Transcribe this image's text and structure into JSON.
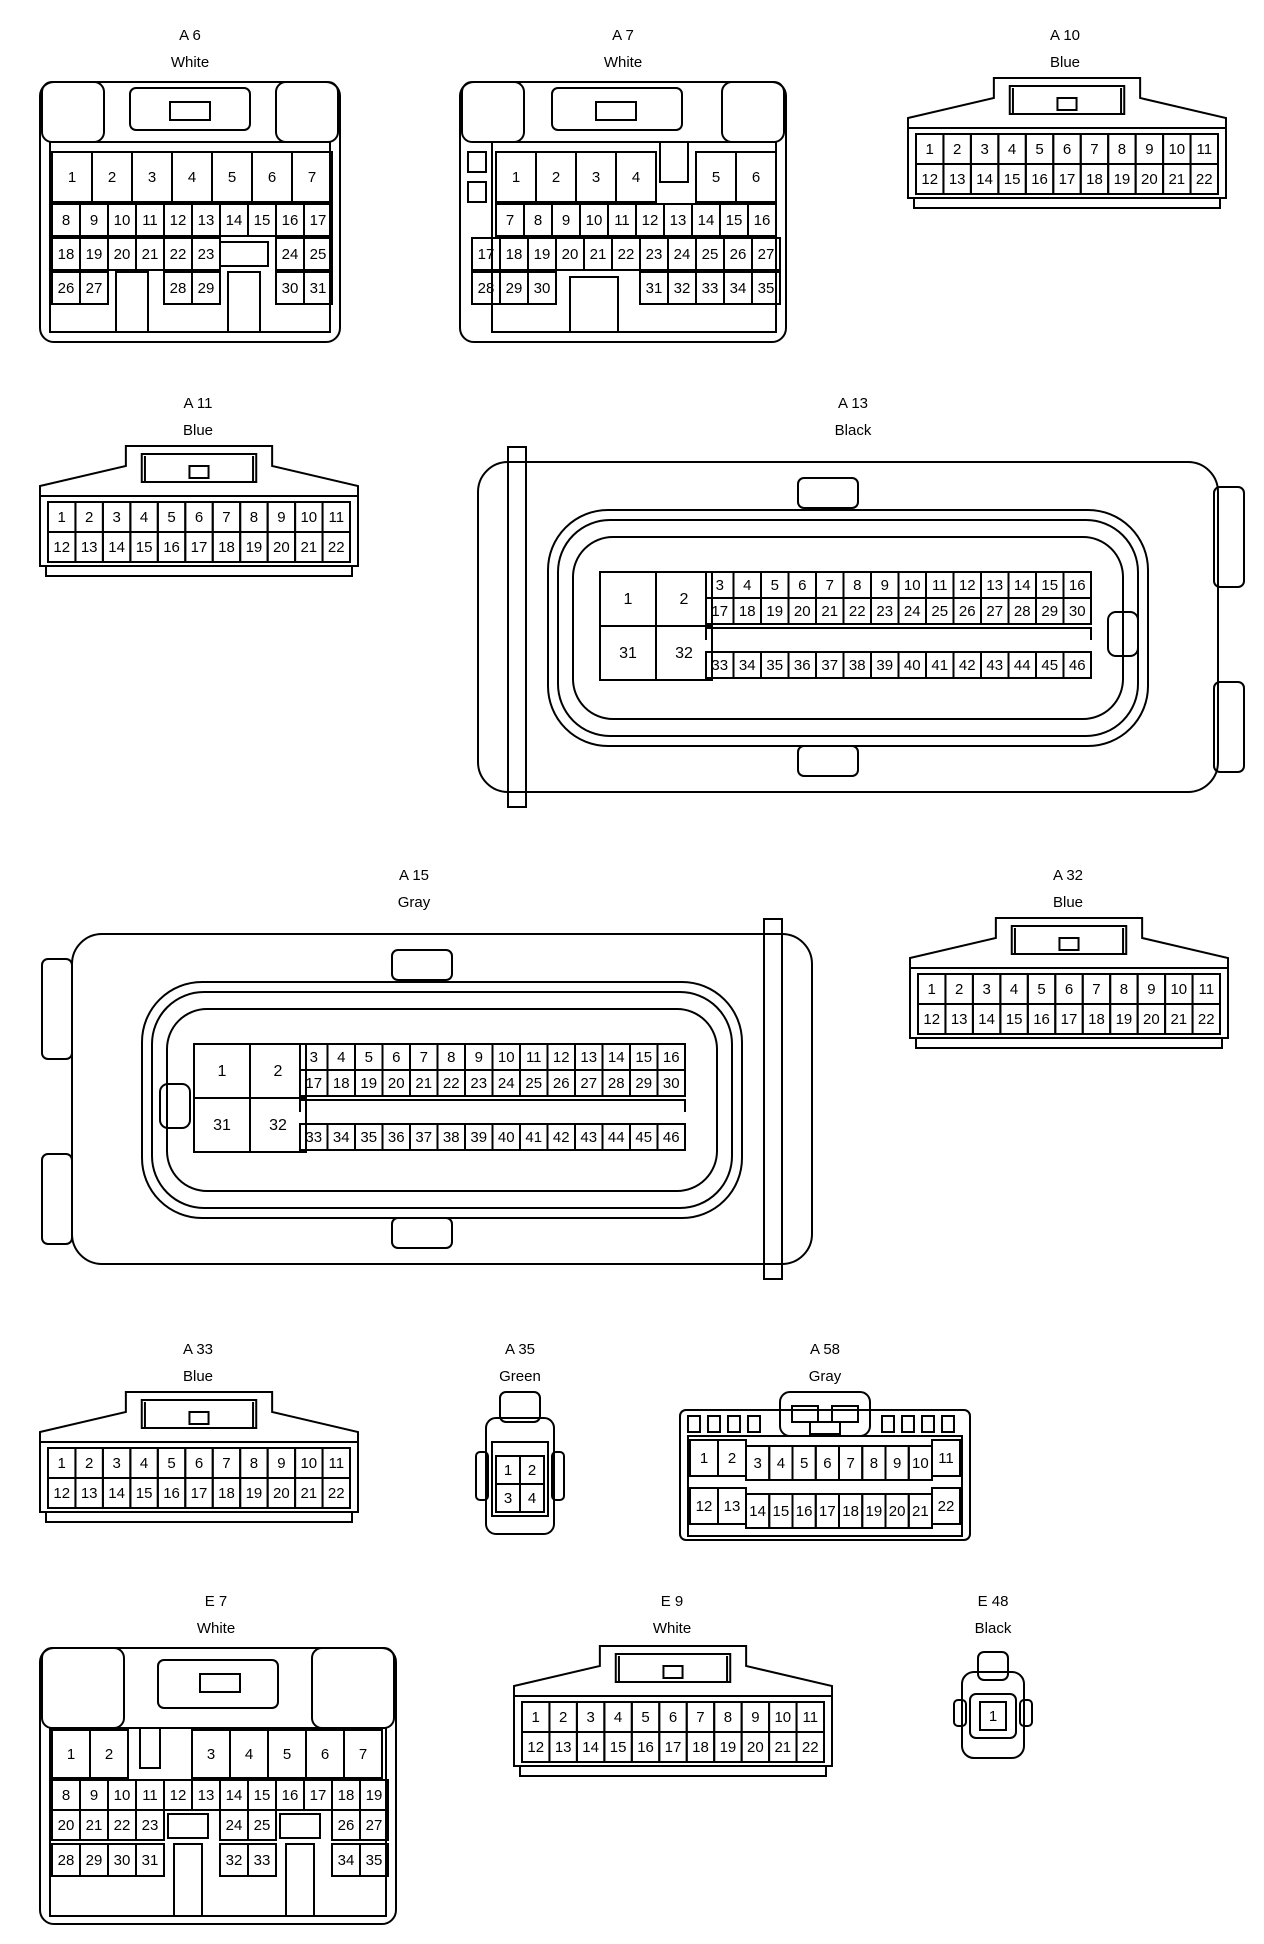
{
  "connectors": [
    {
      "id": "A 6",
      "color": "White",
      "rows": [
        [
          "1",
          "2",
          "3",
          "4",
          "5",
          "6",
          "7"
        ],
        [
          "8",
          "9",
          "10",
          "11",
          "12",
          "13",
          "14",
          "15",
          "16",
          "17"
        ],
        [
          "18",
          "19",
          "20",
          "21",
          "22",
          "23",
          "24",
          "25"
        ],
        [
          "26",
          "27",
          "28",
          "29",
          "30",
          "31"
        ]
      ]
    },
    {
      "id": "A 7",
      "color": "White",
      "rows": [
        [
          "1",
          "2",
          "3",
          "4",
          "5",
          "6"
        ],
        [
          "7",
          "8",
          "9",
          "10",
          "11",
          "12",
          "13",
          "14",
          "15",
          "16"
        ],
        [
          "17",
          "18",
          "19",
          "20",
          "21",
          "22",
          "23",
          "24",
          "25",
          "26",
          "27"
        ],
        [
          "28",
          "29",
          "30",
          "31",
          "32",
          "33",
          "34",
          "35"
        ]
      ]
    },
    {
      "id": "A 10",
      "color": "Blue",
      "rows": [
        [
          "1",
          "2",
          "3",
          "4",
          "5",
          "6",
          "7",
          "8",
          "9",
          "10",
          "11"
        ],
        [
          "12",
          "13",
          "14",
          "15",
          "16",
          "17",
          "18",
          "19",
          "20",
          "21",
          "22"
        ]
      ]
    },
    {
      "id": "A 11",
      "color": "Blue",
      "rows": [
        [
          "1",
          "2",
          "3",
          "4",
          "5",
          "6",
          "7",
          "8",
          "9",
          "10",
          "11"
        ],
        [
          "12",
          "13",
          "14",
          "15",
          "16",
          "17",
          "18",
          "19",
          "20",
          "21",
          "22"
        ]
      ]
    },
    {
      "id": "A 13",
      "color": "Black",
      "big": [
        "1",
        "2",
        "31",
        "32"
      ],
      "rows": [
        [
          "3",
          "4",
          "5",
          "6",
          "7",
          "8",
          "9",
          "10",
          "11",
          "12",
          "13",
          "14",
          "15",
          "16"
        ],
        [
          "17",
          "18",
          "19",
          "20",
          "21",
          "22",
          "23",
          "24",
          "25",
          "26",
          "27",
          "28",
          "29",
          "30"
        ],
        [
          "33",
          "34",
          "35",
          "36",
          "37",
          "38",
          "39",
          "40",
          "41",
          "42",
          "43",
          "44",
          "45",
          "46"
        ]
      ]
    },
    {
      "id": "A 15",
      "color": "Gray",
      "big": [
        "1",
        "2",
        "31",
        "32"
      ],
      "rows": [
        [
          "3",
          "4",
          "5",
          "6",
          "7",
          "8",
          "9",
          "10",
          "11",
          "12",
          "13",
          "14",
          "15",
          "16"
        ],
        [
          "17",
          "18",
          "19",
          "20",
          "21",
          "22",
          "23",
          "24",
          "25",
          "26",
          "27",
          "28",
          "29",
          "30"
        ],
        [
          "33",
          "34",
          "35",
          "36",
          "37",
          "38",
          "39",
          "40",
          "41",
          "42",
          "43",
          "44",
          "45",
          "46"
        ]
      ]
    },
    {
      "id": "A 32",
      "color": "Blue",
      "rows": [
        [
          "1",
          "2",
          "3",
          "4",
          "5",
          "6",
          "7",
          "8",
          "9",
          "10",
          "11"
        ],
        [
          "12",
          "13",
          "14",
          "15",
          "16",
          "17",
          "18",
          "19",
          "20",
          "21",
          "22"
        ]
      ]
    },
    {
      "id": "A 33",
      "color": "Blue",
      "rows": [
        [
          "1",
          "2",
          "3",
          "4",
          "5",
          "6",
          "7",
          "8",
          "9",
          "10",
          "11"
        ],
        [
          "12",
          "13",
          "14",
          "15",
          "16",
          "17",
          "18",
          "19",
          "20",
          "21",
          "22"
        ]
      ]
    },
    {
      "id": "A 35",
      "color": "Green",
      "rows": [
        [
          "1",
          "2"
        ],
        [
          "3",
          "4"
        ]
      ]
    },
    {
      "id": "A 58",
      "color": "Gray",
      "rows": [
        [
          "1",
          "2",
          "11",
          "12",
          "13",
          "22"
        ],
        [
          "3",
          "4",
          "5",
          "6",
          "7",
          "8",
          "9",
          "10"
        ],
        [
          "14",
          "15",
          "16",
          "17",
          "18",
          "19",
          "20",
          "21"
        ]
      ]
    },
    {
      "id": "E 7",
      "color": "White",
      "rows": [
        [
          "1",
          "2",
          "3",
          "4",
          "5",
          "6",
          "7"
        ],
        [
          "8",
          "9",
          "10",
          "11",
          "12",
          "13",
          "14",
          "15",
          "16",
          "17",
          "18",
          "19"
        ],
        [
          "20",
          "21",
          "22",
          "23",
          "24",
          "25",
          "26",
          "27"
        ],
        [
          "28",
          "29",
          "30",
          "31",
          "32",
          "33",
          "34",
          "35"
        ]
      ]
    },
    {
      "id": "E 9",
      "color": "White",
      "rows": [
        [
          "1",
          "2",
          "3",
          "4",
          "5",
          "6",
          "7",
          "8",
          "9",
          "10",
          "11"
        ],
        [
          "12",
          "13",
          "14",
          "15",
          "16",
          "17",
          "18",
          "19",
          "20",
          "21",
          "22"
        ]
      ]
    },
    {
      "id": "E 48",
      "color": "Black",
      "rows": [
        [
          "1"
        ]
      ]
    }
  ]
}
